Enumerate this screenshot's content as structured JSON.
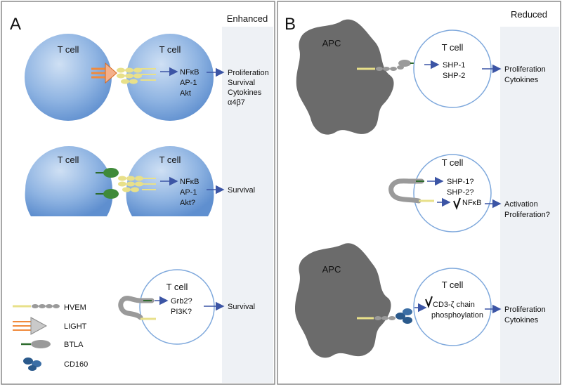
{
  "panel_a": {
    "label": "A",
    "header": "Enhanced",
    "row1": {
      "left_cell": "T cell",
      "right_cell": "T cell",
      "signals": [
        "NFκB",
        "AP-1",
        "Akt"
      ],
      "outcomes": [
        "Proliferation",
        "Survival",
        "Cytokines",
        "α4β7"
      ]
    },
    "row2": {
      "left_cell": "T cell",
      "right_cell": "T cell",
      "signals": [
        "NFκB",
        "AP-1",
        "Akt?"
      ],
      "outcomes": [
        "Survival"
      ]
    },
    "row3": {
      "cell": "T cell",
      "signals": [
        "Grb2?",
        "PI3K?"
      ],
      "outcomes": [
        "Survival"
      ]
    },
    "legend": [
      {
        "icon": "hvem-icon",
        "label": "HVEM"
      },
      {
        "icon": "light-icon",
        "label": "LIGHT"
      },
      {
        "icon": "btla-icon",
        "label": "BTLA"
      },
      {
        "icon": "cd160-icon",
        "label": "CD160"
      }
    ]
  },
  "panel_b": {
    "label": "B",
    "header": "Reduced",
    "row1": {
      "apc": "APC",
      "cell": "T cell",
      "signals": [
        "SHP-1",
        "SHP-2"
      ],
      "outcomes": [
        "Proliferation",
        "Cytokines"
      ]
    },
    "row2": {
      "cell": "T cell",
      "signals": [
        "SHP-1?",
        "SHP-2?",
        "NFκB"
      ],
      "outcomes": [
        "Activation",
        "Proliferation?"
      ]
    },
    "row3": {
      "apc": "APC",
      "cell": "T cell",
      "signals": [
        "CD3-ζ chain",
        "phosphoylation"
      ],
      "outcomes": [
        "Proliferation",
        "Cytokines"
      ]
    }
  },
  "colors": {
    "arrow": "#3c55a5",
    "cell_fill": "#7ea8dc",
    "apc": "#6b6b6b",
    "hvem": "#e8e08a",
    "btla": "#3f8a3a",
    "light": "#f08a3c",
    "cd160": "#2b5a8c",
    "gray_column": "#eef1f5"
  }
}
